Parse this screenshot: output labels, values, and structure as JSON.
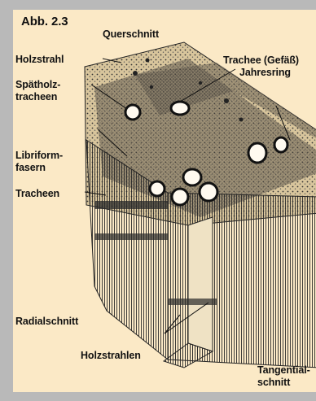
{
  "figure": {
    "number": "Abb. 2.3",
    "colors": {
      "background": "#fbe9c6",
      "frame": "#b9b9b9",
      "ink": "#111111"
    }
  },
  "labels": {
    "querschnitt": "Querschnitt",
    "holzstrahl": "Holzstrahl",
    "trachee_gefaess": "Trachee (Gefäß)",
    "jahresring": "Jahresring",
    "spaetholz_1": "Spätholz-",
    "spaetholz_2": "tracheen",
    "libriform_1": "Libriform-",
    "libriform_2": "fasern",
    "tracheen": "Tracheen",
    "radialschnitt": "Radialschnitt",
    "holzstrahlen": "Holzstrahlen",
    "tangential_1": "Tangential-",
    "tangential_2": "schnitt"
  }
}
